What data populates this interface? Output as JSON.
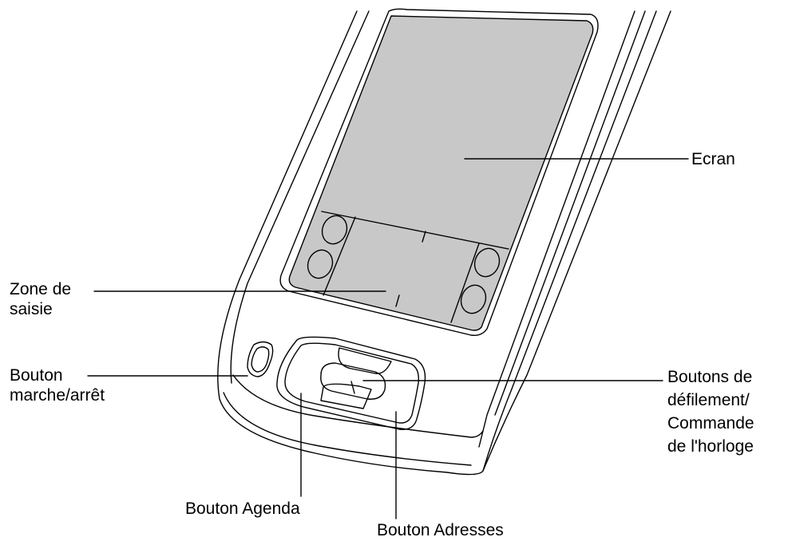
{
  "labels": {
    "screen": "Ecran",
    "input_area_line1": "Zone de",
    "input_area_line2": "saisie",
    "power_line1": "Bouton",
    "power_line2": "marche/arrêt",
    "scroll_line1": "Boutons de",
    "scroll_line2": "défilement/",
    "scroll_line3": "Commande",
    "scroll_line4": "de l'horloge",
    "agenda": "Bouton Agenda",
    "addresses": "Bouton Adresses"
  },
  "colors": {
    "screen_fill": "#c8c8c8",
    "outline": "#000000",
    "background": "#ffffff"
  }
}
